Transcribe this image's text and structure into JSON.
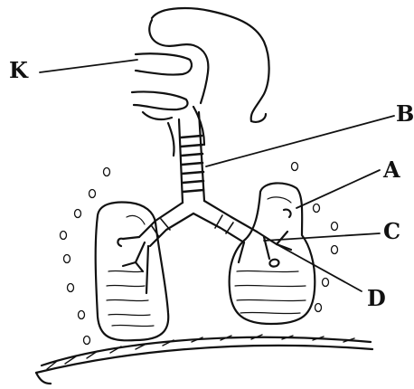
{
  "labels": {
    "k": "K",
    "b": "B",
    "a": "A",
    "c": "C",
    "d": "D"
  },
  "colors": {
    "ink": "#111111",
    "paper": "#ffffff"
  }
}
